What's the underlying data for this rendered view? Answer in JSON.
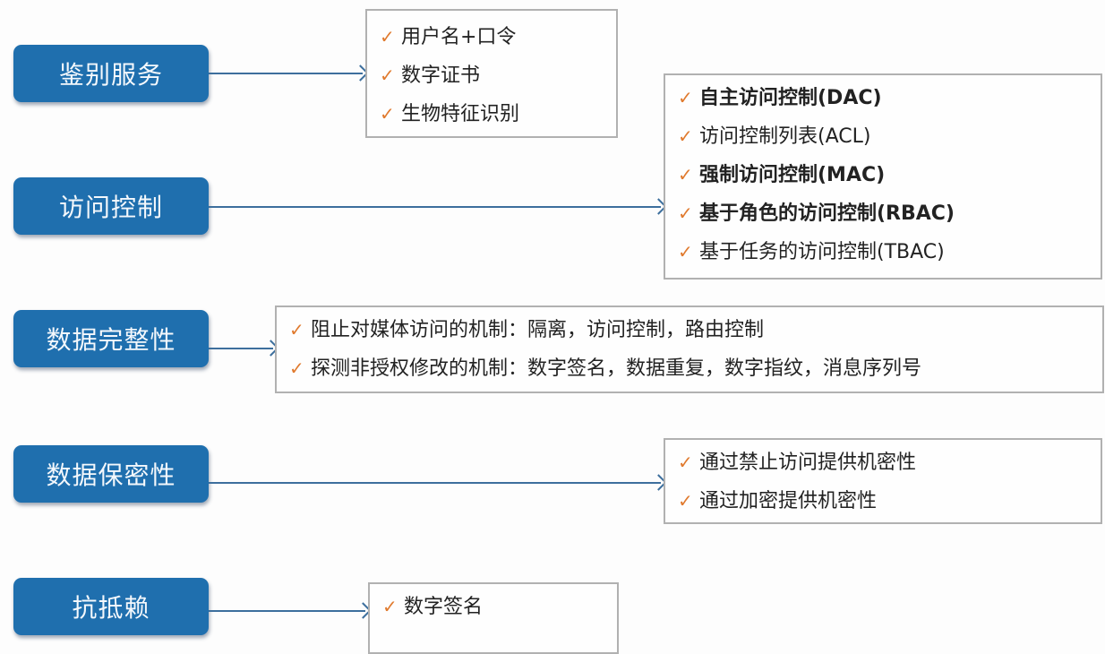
{
  "colors": {
    "node_fill": "#1f6fae",
    "connector": "#3d6f9d",
    "check": "#e07a2e",
    "box_border": "#b1b1b1"
  },
  "check_icon": "✓",
  "nodes": [
    {
      "label": "鉴别服务",
      "items": [
        {
          "text": "用户名+口令"
        },
        {
          "text": "数字证书"
        },
        {
          "text": "生物特征识别"
        }
      ]
    },
    {
      "label": "访问控制",
      "items": [
        {
          "text": "自主访问控制(DAC)"
        },
        {
          "text": "访问控制列表(ACL)"
        },
        {
          "text": "强制访问控制(MAC)"
        },
        {
          "text": "基于角色的访问控制(RBAC)"
        },
        {
          "text": "基于任务的访问控制(TBAC)"
        }
      ]
    },
    {
      "label": "数据完整性",
      "items": [
        {
          "text": "阻止对媒体访问的机制：隔离，访问控制，路由控制"
        },
        {
          "text": "探测非授权修改的机制：数字签名，数据重复，数字指纹，消息序列号"
        }
      ]
    },
    {
      "label": "数据保密性",
      "items": [
        {
          "text": "通过禁止访问提供机密性"
        },
        {
          "text": "通过加密提供机密性"
        }
      ]
    },
    {
      "label": "抗抵赖",
      "items": [
        {
          "text": "数字签名"
        }
      ]
    }
  ]
}
